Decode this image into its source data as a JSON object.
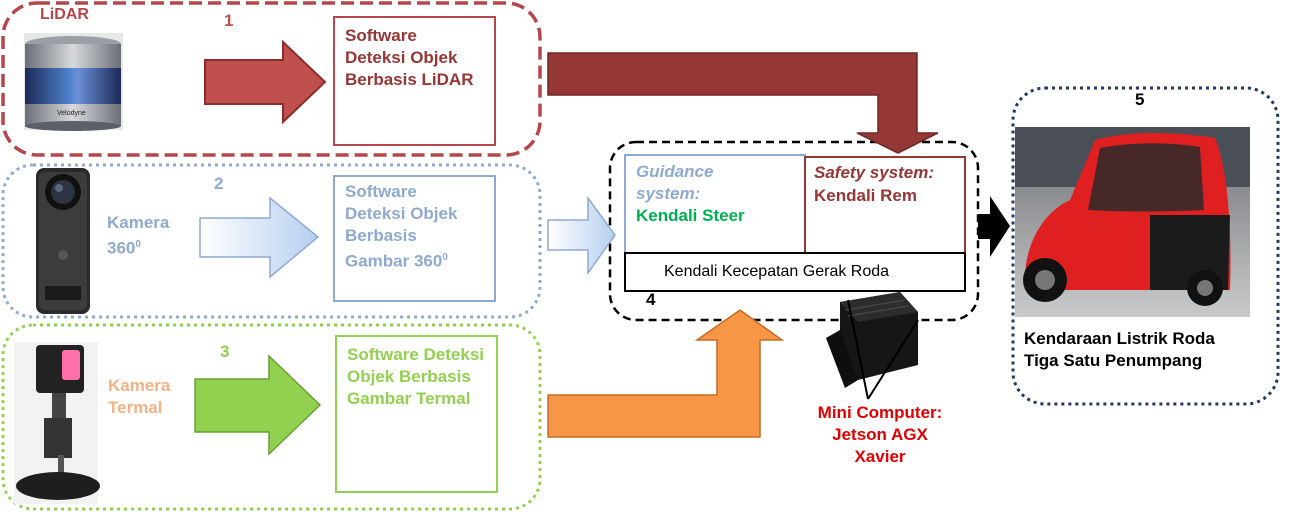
{
  "rows": {
    "lidar": {
      "number": "1",
      "device_label": "LiDAR",
      "brand_text": "Velodyne",
      "software_lines": [
        "Software",
        "Deteksi Objek",
        "Berbasis LiDAR"
      ],
      "color": "#b5474b"
    },
    "camera360": {
      "number": "2",
      "device_label_lines": [
        "Kamera",
        "360"
      ],
      "device_superscript": "0",
      "software_lines": [
        "Software",
        "Deteksi Objek",
        "Berbasis",
        "Gambar 360"
      ],
      "software_superscript": "0",
      "color": "#8eaad1"
    },
    "thermal": {
      "number": "3",
      "device_label_lines": [
        "Kamera",
        "Termal"
      ],
      "software_lines": [
        "Software Deteksi",
        "Objek Berbasis",
        "Gambar Termal"
      ],
      "color": "#92d050",
      "label_color": "#f4b183"
    }
  },
  "controller": {
    "number": "4",
    "guidance_lines": [
      "Guidance",
      "system:"
    ],
    "guidance_value": "Kendali Steer",
    "safety_label": "Safety system:",
    "safety_value": "Kendali Rem",
    "speed_label": "Kendali Kecepatan Gerak Roda"
  },
  "computer": {
    "lines": [
      "Mini Computer:",
      "Jetson AGX",
      "Xavier"
    ],
    "color": "#e00000"
  },
  "vehicle": {
    "number": "5",
    "lines": [
      "Kendaraan Listrik Roda",
      "Tiga Satu Penumpang"
    ]
  },
  "colors": {
    "lidar": "#b5474b",
    "camera360": "#8eaad1",
    "thermal": "#92d050",
    "orange": "#f79646",
    "green_text": "#00b050",
    "outline_dark": "#1f3864"
  }
}
